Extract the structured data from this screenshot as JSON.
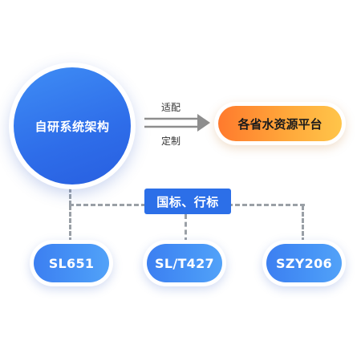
{
  "diagram": {
    "core": {
      "label": "自研系统架构"
    },
    "arrows": {
      "top_label": "适配",
      "bottom_label": "定制"
    },
    "target": {
      "label": "各省水资源平台"
    },
    "standards_tag": {
      "label": "国标、行标"
    },
    "standards": [
      {
        "label": "SL651"
      },
      {
        "label": "SL/T427"
      },
      {
        "label": "SZY206"
      }
    ]
  },
  "colors": {
    "core_blue": "#2e6de9",
    "target_orange_start": "#ff7a2d",
    "target_orange_end": "#ffc54a",
    "tag_blue": "#2c6fe8",
    "pill_blue": "#4794f6",
    "connector_gray": "#9aa0a6",
    "arrow_gray": "#8e8e8e"
  }
}
